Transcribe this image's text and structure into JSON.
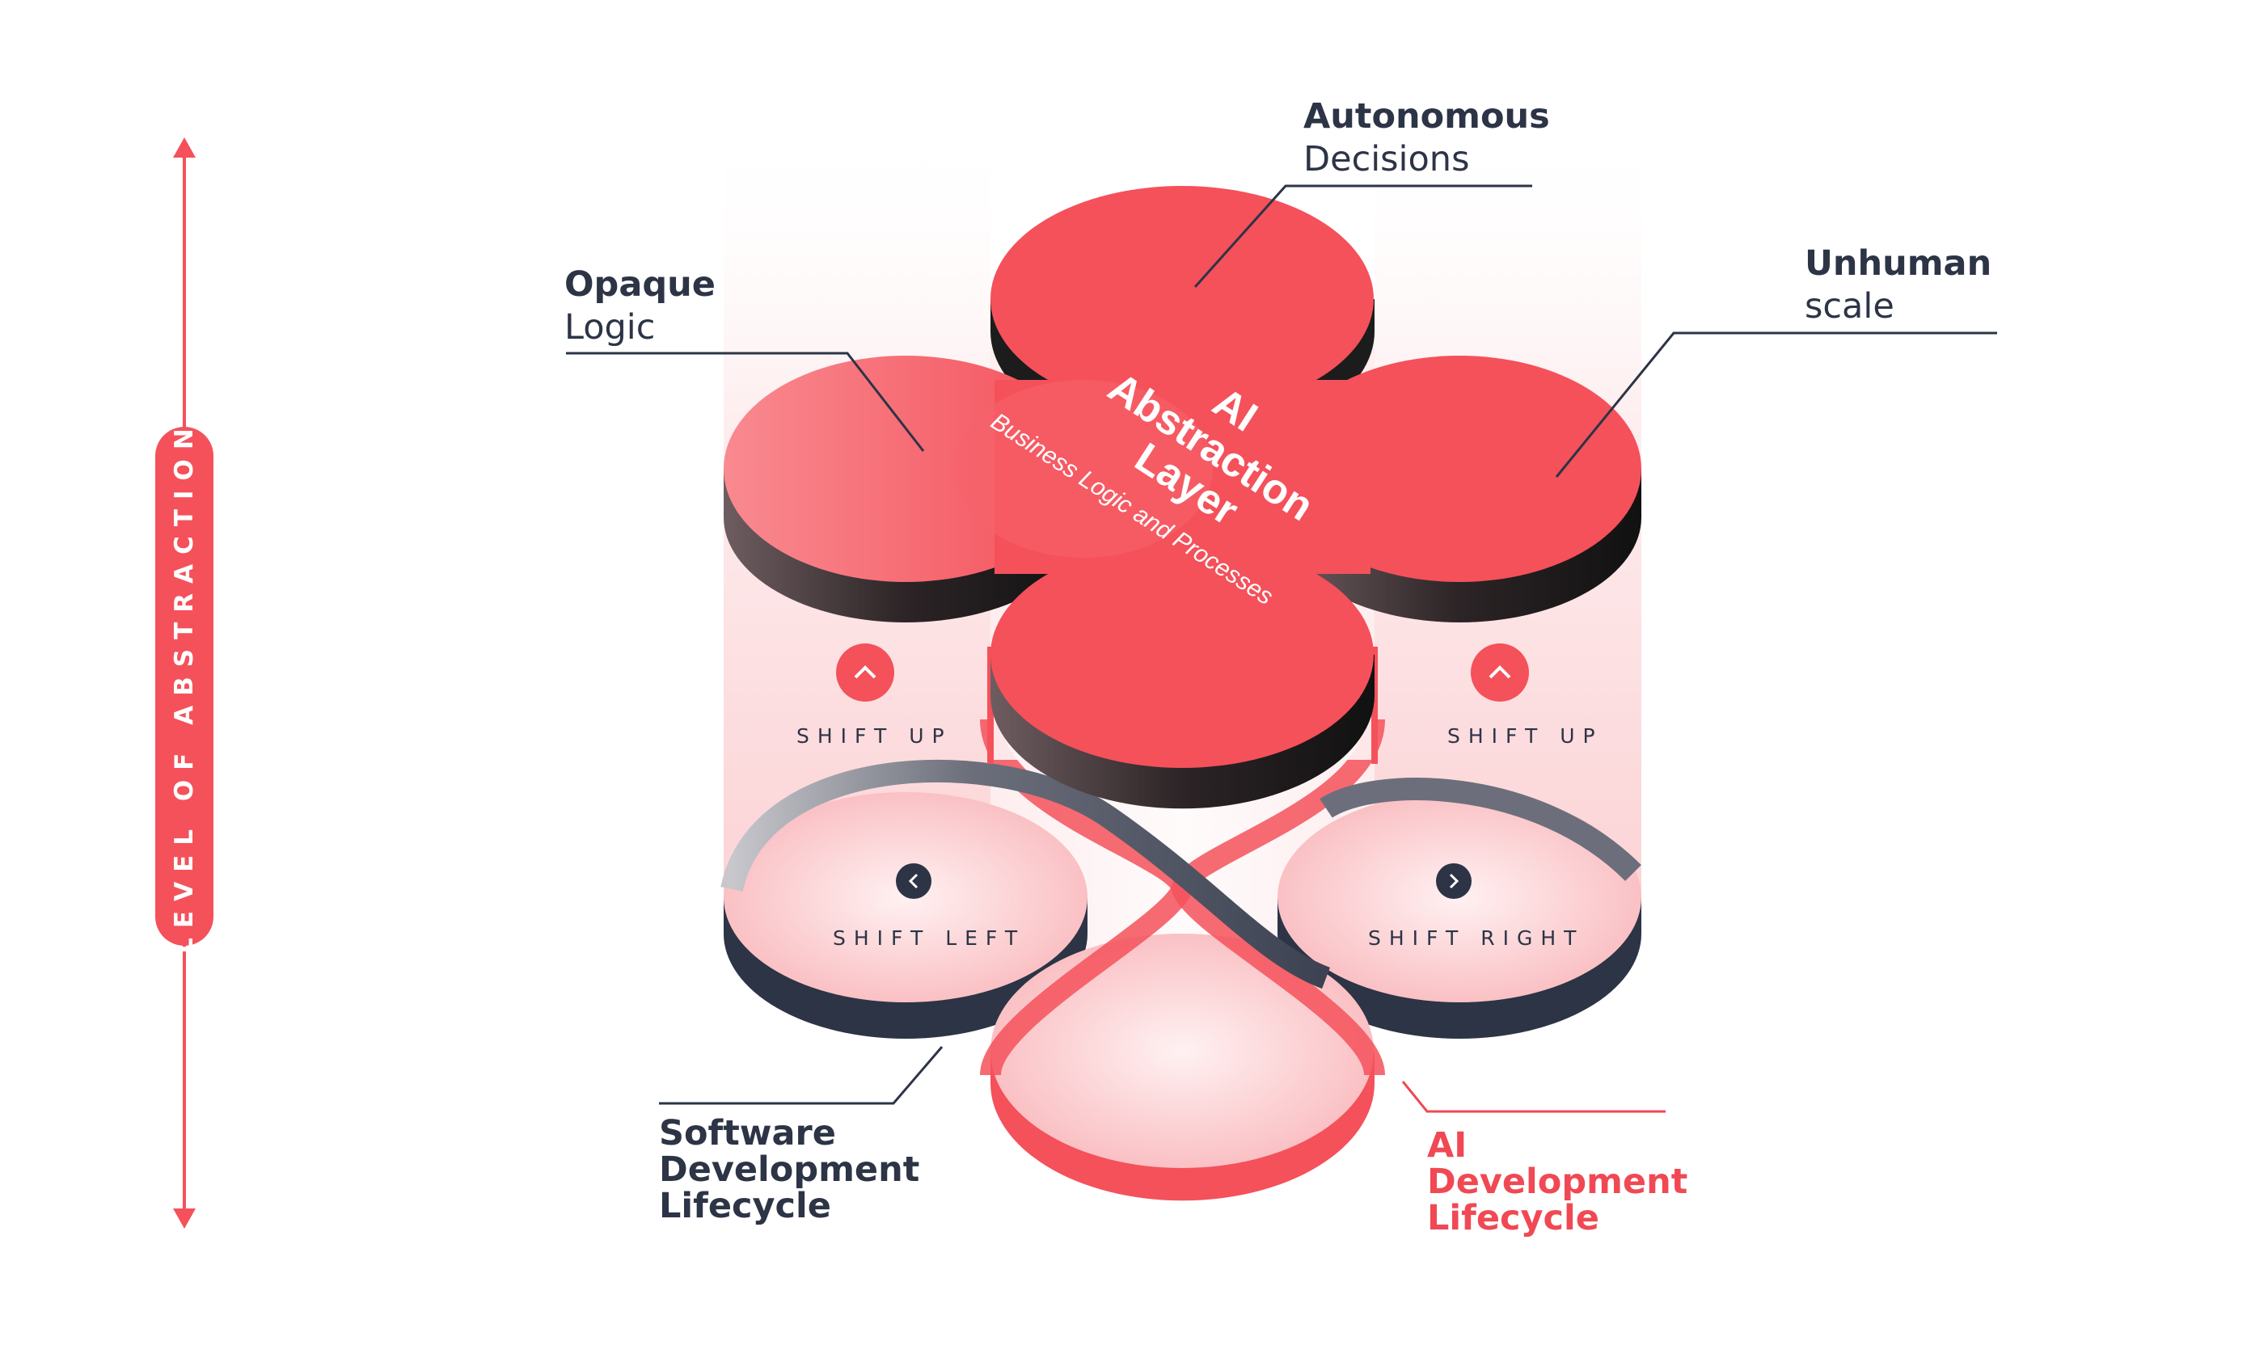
{
  "axis": {
    "label": "LEVEL OF ABSTRACTION"
  },
  "center": {
    "title_line1": "AI",
    "title_line2": "Abstraction",
    "title_line3": "Layer",
    "subtitle": "Business Logic and Processes"
  },
  "callouts": {
    "top": {
      "bold": "Autonomous",
      "regular": "Decisions"
    },
    "left": {
      "bold": "Opaque",
      "regular": "Logic"
    },
    "right": {
      "bold": "Unhuman",
      "regular": "scale"
    }
  },
  "shifts": {
    "up_left": "SHIFT UP",
    "up_right": "SHIFT UP",
    "left": "SHIFT LEFT",
    "right": "SHIFT RIGHT"
  },
  "bottom_labels": {
    "sdlc": [
      "Software",
      "Development",
      "Lifecycle"
    ],
    "aidlc": [
      "AI",
      "Development",
      "Lifecycle"
    ]
  },
  "colors": {
    "accent": "#f4515b",
    "dark": "#2c3446",
    "accent_text": "#f04954"
  }
}
